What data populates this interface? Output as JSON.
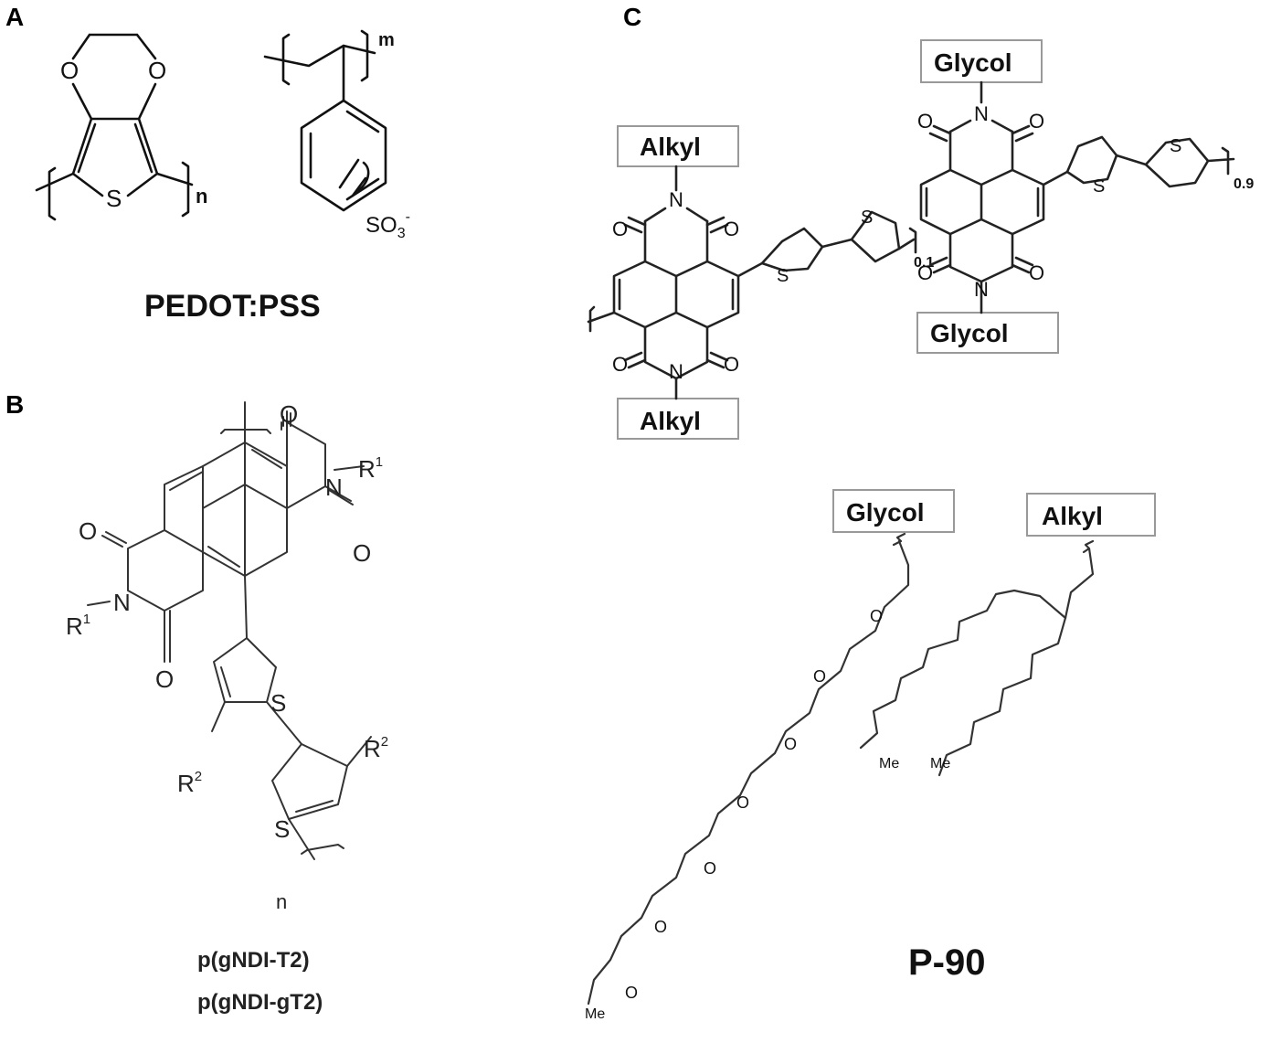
{
  "panels": {
    "a": {
      "letter": "A",
      "caption": "PEDOT:PSS",
      "atoms": {
        "o1": "O",
        "o2": "O",
        "s": "S",
        "n": "n",
        "m": "m",
        "so3": "SO",
        "so3_sub": "3",
        "so3_sup": "-"
      }
    },
    "b": {
      "letter": "B",
      "caption_line1": "p(gNDI-T2)",
      "caption_line2": "p(gNDI-gT2)",
      "atoms": {
        "o_top": "O",
        "n_right": "N",
        "r1_right": "R",
        "r1_right_sup": "1",
        "o_right": "O",
        "o_left": "O",
        "n_left": "N",
        "r1_left": "R",
        "r1_left_sup": "1",
        "o_bottom": "O",
        "s1": "S",
        "r2_left": "R",
        "r2_left_sup": "2",
        "r2_right": "R",
        "r2_right_sup": "2",
        "s2": "S",
        "n_repeat": "n"
      }
    },
    "c": {
      "letter": "C",
      "caption": "P-90",
      "labels": {
        "glycol_top": "Glycol",
        "alkyl_left": "Alkyl",
        "glycol_mid": "Glycol",
        "alkyl_bottom": "Alkyl",
        "glycol_chain": "Glycol",
        "alkyl_chain": "Alkyl"
      },
      "atoms": {
        "n_top": "N",
        "o_top_l": "O",
        "o_top_r": "O",
        "o_mid_l": "O",
        "o_mid_r": "O",
        "n_mid": "N",
        "n_left_top": "N",
        "o_lt_l": "O",
        "o_lt_r": "O",
        "o_lb_l": "O",
        "o_lb_r": "O",
        "n_left_bot": "N",
        "s1": "S",
        "s2": "S",
        "s3": "S",
        "s4": "S",
        "sub1": "0.1",
        "sub2": "0.9",
        "me1": "Me",
        "me2": "Me",
        "me3": "Me",
        "o_chain": "O"
      }
    }
  }
}
